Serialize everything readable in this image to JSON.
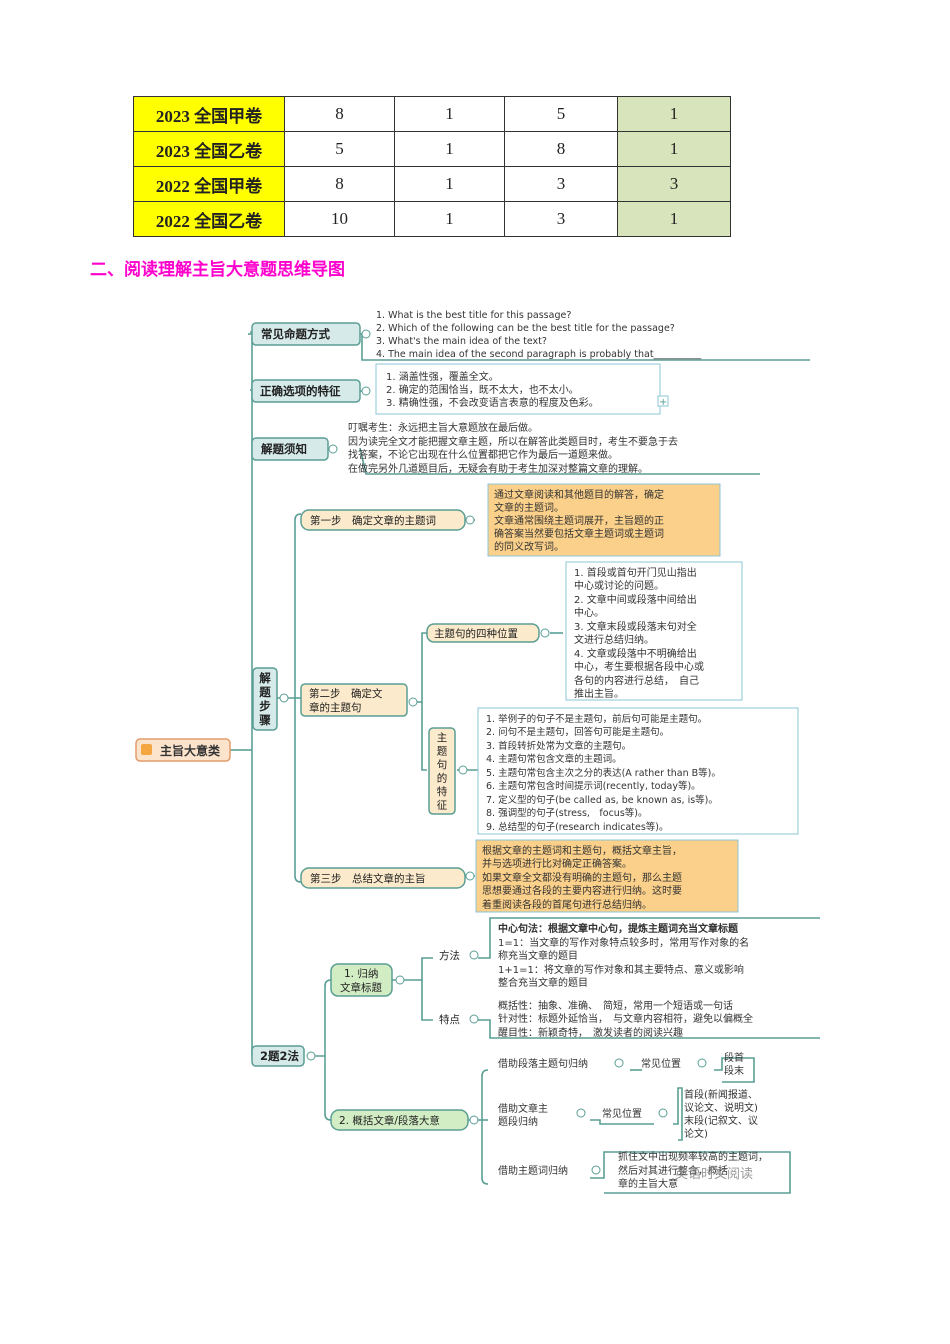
{
  "table": {
    "rows": [
      {
        "label": "2023 全国甲卷",
        "v": [
          "8",
          "1",
          "5",
          "1"
        ]
      },
      {
        "label": "2023 全国乙卷",
        "v": [
          "5",
          "1",
          "8",
          "1"
        ]
      },
      {
        "label": "2022 全国甲卷",
        "v": [
          "8",
          "1",
          "3",
          "3"
        ]
      },
      {
        "label": "2022 全国乙卷",
        "v": [
          "10",
          "1",
          "3",
          "1"
        ]
      }
    ]
  },
  "section_heading": "二、阅读理解主旨大意题思维导图",
  "mindmap": {
    "root": "主旨大意类",
    "b1": {
      "label": "常见命题方式",
      "lines": [
        "1. What is the best title for this passage?",
        "2. Which of the following can be the best title for the passage?",
        "3. What's the main idea of the text?",
        "4. The main idea of the second paragraph is probably that__________"
      ]
    },
    "b2": {
      "label": "正确选项的特征",
      "lines": [
        "1. 涵盖性强，覆盖全文。",
        "2. 确定的范围恰当，既不太大，也不太小。",
        "3. 精确性强，不会改变语言表意的程度及色彩。"
      ]
    },
    "b3": {
      "label": "解题须知",
      "lines": [
        "叮嘱考生：永远把主旨大意题放在最后做。",
        "因为读完全文才能把握文章主题，所以在解答此类题目时，考生不要急于去",
        "找答案，不论它出现在什么位置都把它作为最后一道题来做。",
        "在做完另外几道题目后，无疑会有助于考生加深对整篇文章的理解。"
      ]
    },
    "b4": {
      "label": "解题步骤",
      "s1": {
        "label": "第一步　确定文章的主题词",
        "lines": [
          "通过文章阅读和其他题目的解答，确定",
          "文章的主题词。",
          "文章通常围绕主题词展开，主旨题的正",
          "确答案当然要包括文章主题词或主题词",
          "的同义改写词。"
        ]
      },
      "s2": {
        "label1": "第二步　确定文",
        "label2": "章的主题句",
        "pos": {
          "label": "主题句的四种位置",
          "lines": [
            "1. 首段或首句开门见山指出",
            "中心或讨论的问题。",
            "2. 文章中间或段落中间给出",
            "中心。",
            "3. 文章末段或段落末句对全",
            "文进行总结归纳。",
            "4. 文章或段落中不明确给出",
            "中心，考生要根据各段中心或",
            "各句的内容进行总结，　自己",
            "推出主旨。"
          ]
        },
        "feat": {
          "label": "主题句的特征",
          "lines": [
            "1. 举例子的句子不是主题句，前后句可能是主题句。",
            "2. 问句不是主题句，回答句可能是主题句。",
            "3. 首段转折处常为文章的主题句。",
            "4. 主题句常包含文章的主题词。",
            "5. 主题句常包含主次之分的表达(A rather than B等)。",
            "6. 主题句常包含时间提示词(recently, today等)。",
            "7. 定义型的句子(be called as, be known as, is等)。",
            "8. 强调型的句子(stress,　focus等)。",
            "9. 总结型的句子(research indicates等)。"
          ]
        }
      },
      "s3": {
        "label": "第三步　总结文章的主旨",
        "lines": [
          "根据文章的主题词和主题句，概括文章主旨，",
          "并与选项进行比对确定正确答案。",
          "如果文章全文都没有明确的主题句，那么主题",
          "思想要通过各段的主要内容进行归纳。这时要",
          "着重阅读各段的首尾句进行总结归纳。"
        ]
      }
    },
    "b5": {
      "label": "2题2法",
      "m1": {
        "label1": "1. 归纳",
        "label2": "文章标题",
        "method": {
          "label": "方法",
          "lines": [
            "中心句法：根据文章中心句，提炼主题词充当文章标题",
            "1=1：当文章的写作对象特点较多时，常用写作对象的名",
            "称充当文章的题目",
            "1+1=1：将文章的写作对象和其主要特点、意义或影响",
            "整合充当文章的题目"
          ]
        },
        "feature": {
          "label": "特点",
          "lines": [
            "概括性：抽象、准确、　简短，常用一个短语或一句话",
            "针对性：标题外延恰当，　与文章内容相符，避免以偏概全",
            "醒目性：新颖奇特，　激发读者的阅读兴趣"
          ]
        }
      },
      "m2": {
        "label": "2. 概括文章/段落大意",
        "a": {
          "label": "借助段落主题句归纳",
          "pos_label": "常见位置",
          "items": [
            "段首",
            "段末"
          ]
        },
        "b": {
          "label1": "借助文章主",
          "label2": "题段归纳",
          "pos_label": "常见位置",
          "items": [
            "首段(新闻报道、",
            "议论文、说明文)",
            "末段(记叙文、议",
            "论文)"
          ]
        },
        "c": {
          "label": "借助主题词归纳",
          "lines": [
            "抓住文中出现频率较高的主题词，",
            "然后对其进行整合，概括",
            "章的主旨大意"
          ]
        }
      }
    },
    "watermark": "英语时文阅读"
  }
}
